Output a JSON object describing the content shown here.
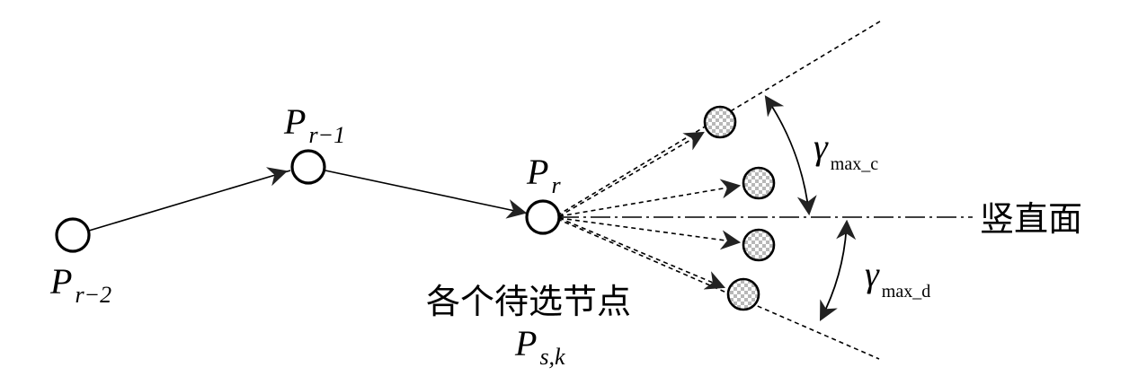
{
  "nodes": {
    "p_r2": {
      "main": "P",
      "sub": "r−2"
    },
    "p_r1": {
      "main": "P",
      "sub": "r−1"
    },
    "p_r": {
      "main": "P",
      "sub": "r"
    },
    "p_sk": {
      "main": "P",
      "sub": "s,k"
    }
  },
  "angles": {
    "gamma_c": {
      "main": "γ",
      "sub": "max_c"
    },
    "gamma_d": {
      "main": "γ",
      "sub": "max_d"
    }
  },
  "text": {
    "candidates": "各个待选节点",
    "vertical_plane": "竖直面"
  }
}
